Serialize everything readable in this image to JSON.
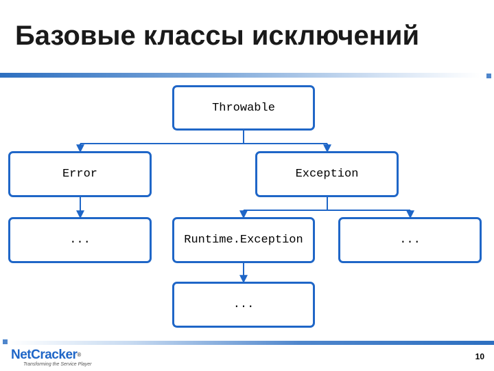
{
  "slide": {
    "title": "Базовые классы исключений",
    "page_number": "10",
    "accent_color": "#1f66c7"
  },
  "diagram": {
    "nodes": {
      "throwable": "Throwable",
      "error": "Error",
      "exception": "Exception",
      "error_children": "...",
      "runtime_exception": "Runtime.Exception",
      "exception_children": "...",
      "runtime_children": "..."
    },
    "edges": [
      [
        "throwable",
        "error"
      ],
      [
        "throwable",
        "exception"
      ],
      [
        "error",
        "error_children"
      ],
      [
        "exception",
        "runtime_exception"
      ],
      [
        "exception",
        "exception_children"
      ],
      [
        "runtime_exception",
        "runtime_children"
      ]
    ]
  },
  "footer": {
    "logo_prefix": "Net",
    "logo_suffix": "Cracker",
    "logo_mark": "®",
    "logo_tagline": "Transforming the Service Player"
  }
}
